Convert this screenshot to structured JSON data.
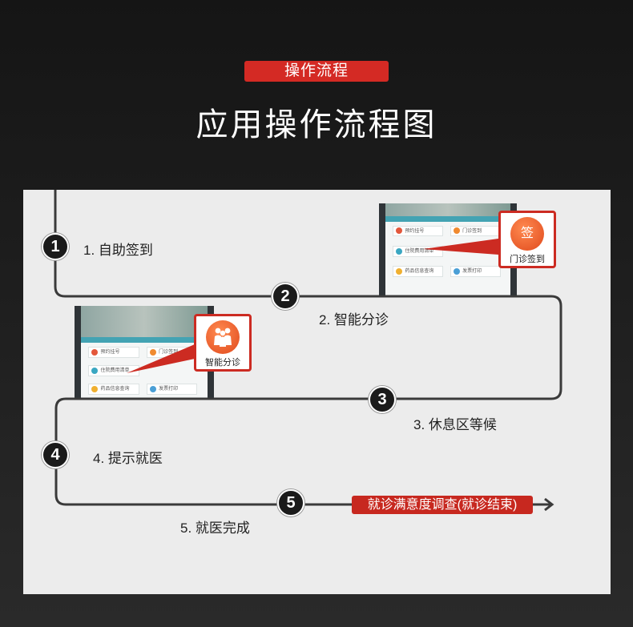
{
  "header": {
    "tag": "操作流程",
    "title": "应用操作流程图"
  },
  "steps": [
    {
      "num": "1",
      "label": "1. 自助签到"
    },
    {
      "num": "2",
      "label": "2. 智能分诊"
    },
    {
      "num": "3",
      "label": "3. 休息区等候"
    },
    {
      "num": "4",
      "label": "4. 提示就医"
    },
    {
      "num": "5",
      "label": "5. 就医完成"
    }
  ],
  "end_tag": "就诊满意度调查(就诊结束)",
  "screens": {
    "top": {
      "callout_icon": "签",
      "callout_label": "门诊签到",
      "icon": "sign-in-icon"
    },
    "left": {
      "callout_label": "智能分诊",
      "icon": "people-group-icon"
    }
  },
  "colors": {
    "accent": "#d42a24",
    "line": "#3a3a3a",
    "badge": "#1b1b1b",
    "orange": "#e95a24"
  }
}
